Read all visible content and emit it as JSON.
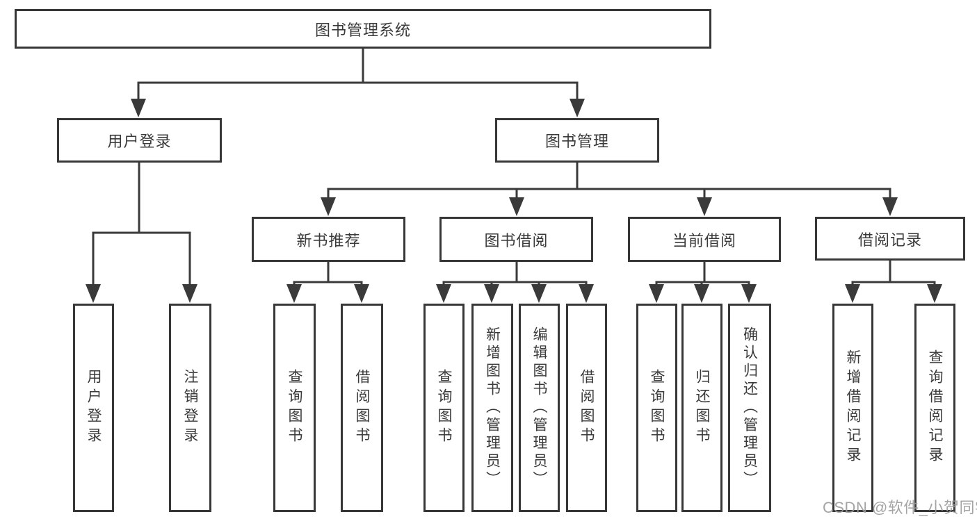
{
  "diagram": {
    "kind": "hierarchy-tree",
    "colors": {
      "line": "#3a3a3a",
      "border": "#373737",
      "text": "#3a3a3a",
      "box_fill": "#ffffff",
      "background": "#ffffff",
      "watermark": "#9d9d9d"
    }
  },
  "tree": {
    "label": "图书管理系统",
    "children": [
      {
        "label": "用户登录",
        "children": [
          {
            "label": "用户登录"
          },
          {
            "label": "注销登录"
          }
        ]
      },
      {
        "label": "图书管理",
        "children": [
          {
            "label": "新书推荐",
            "children": [
              {
                "label": "查询图书"
              },
              {
                "label": "借阅图书"
              }
            ]
          },
          {
            "label": "图书借阅",
            "children": [
              {
                "label": "查询图书"
              },
              {
                "label": "新增图书（管理员）"
              },
              {
                "label": "编辑图书（管理员）"
              },
              {
                "label": "借阅图书"
              }
            ]
          },
          {
            "label": "当前借阅",
            "children": [
              {
                "label": "查询图书"
              },
              {
                "label": "归还图书"
              },
              {
                "label": "确认归还（管理员）"
              }
            ]
          },
          {
            "label": "借阅记录",
            "children": [
              {
                "label": "新增借阅记录"
              },
              {
                "label": "查询借阅记录"
              }
            ]
          }
        ]
      }
    ]
  },
  "watermark": {
    "text": "CSDN @软件_小贺同学"
  }
}
